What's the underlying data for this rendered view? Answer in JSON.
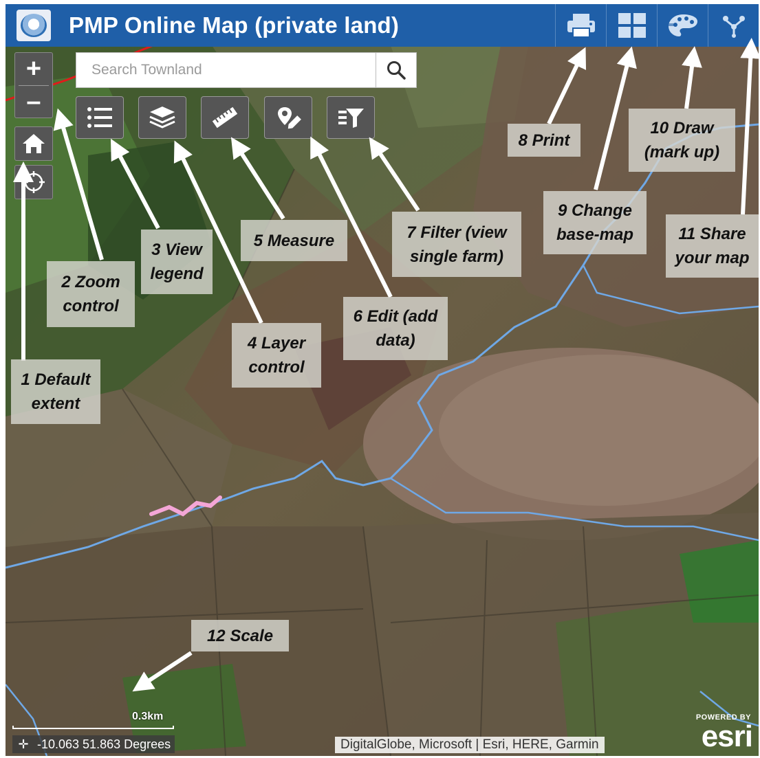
{
  "header": {
    "title": "PMP Online Map (private land)",
    "bg_color": "#1f5fa8",
    "tools": [
      {
        "name": "print-icon"
      },
      {
        "name": "basemap-gallery-icon"
      },
      {
        "name": "draw-palette-icon"
      },
      {
        "name": "share-icon"
      }
    ]
  },
  "search": {
    "placeholder": "Search Townland"
  },
  "zoom": {
    "in_label": "+",
    "out_label": "–"
  },
  "annotations": [
    {
      "id": "1",
      "lines": [
        "1 Default",
        "extent"
      ]
    },
    {
      "id": "2",
      "lines": [
        "2 Zoom",
        "control"
      ]
    },
    {
      "id": "3",
      "lines": [
        "3 View",
        "legend"
      ]
    },
    {
      "id": "4",
      "lines": [
        "4 Layer",
        "control"
      ]
    },
    {
      "id": "5",
      "lines": [
        "5 Measure"
      ]
    },
    {
      "id": "6",
      "lines": [
        "6 Edit (add",
        "data)"
      ]
    },
    {
      "id": "7",
      "lines": [
        "7 Filter (view",
        "single farm)"
      ]
    },
    {
      "id": "8",
      "lines": [
        "8 Print"
      ]
    },
    {
      "id": "9",
      "lines": [
        "9 Change",
        "base-map"
      ]
    },
    {
      "id": "10",
      "lines": [
        "10 Draw",
        "(mark up)"
      ]
    },
    {
      "id": "11",
      "lines": [
        "11 Share",
        "your map"
      ]
    },
    {
      "id": "12",
      "lines": [
        "12 Scale"
      ]
    }
  ],
  "footer": {
    "scale_label": "0.3km",
    "coordinates": "-10.063 51.863 Degrees",
    "attribution": "DigitalGlobe, Microsoft | Esri, HERE, Garmin",
    "esri_powered": "POWERED BY",
    "esri_word": "esri"
  },
  "colors": {
    "river": "#6fa8e6",
    "highlight": "#f4a6d7",
    "boundary": "#e01b1b"
  }
}
